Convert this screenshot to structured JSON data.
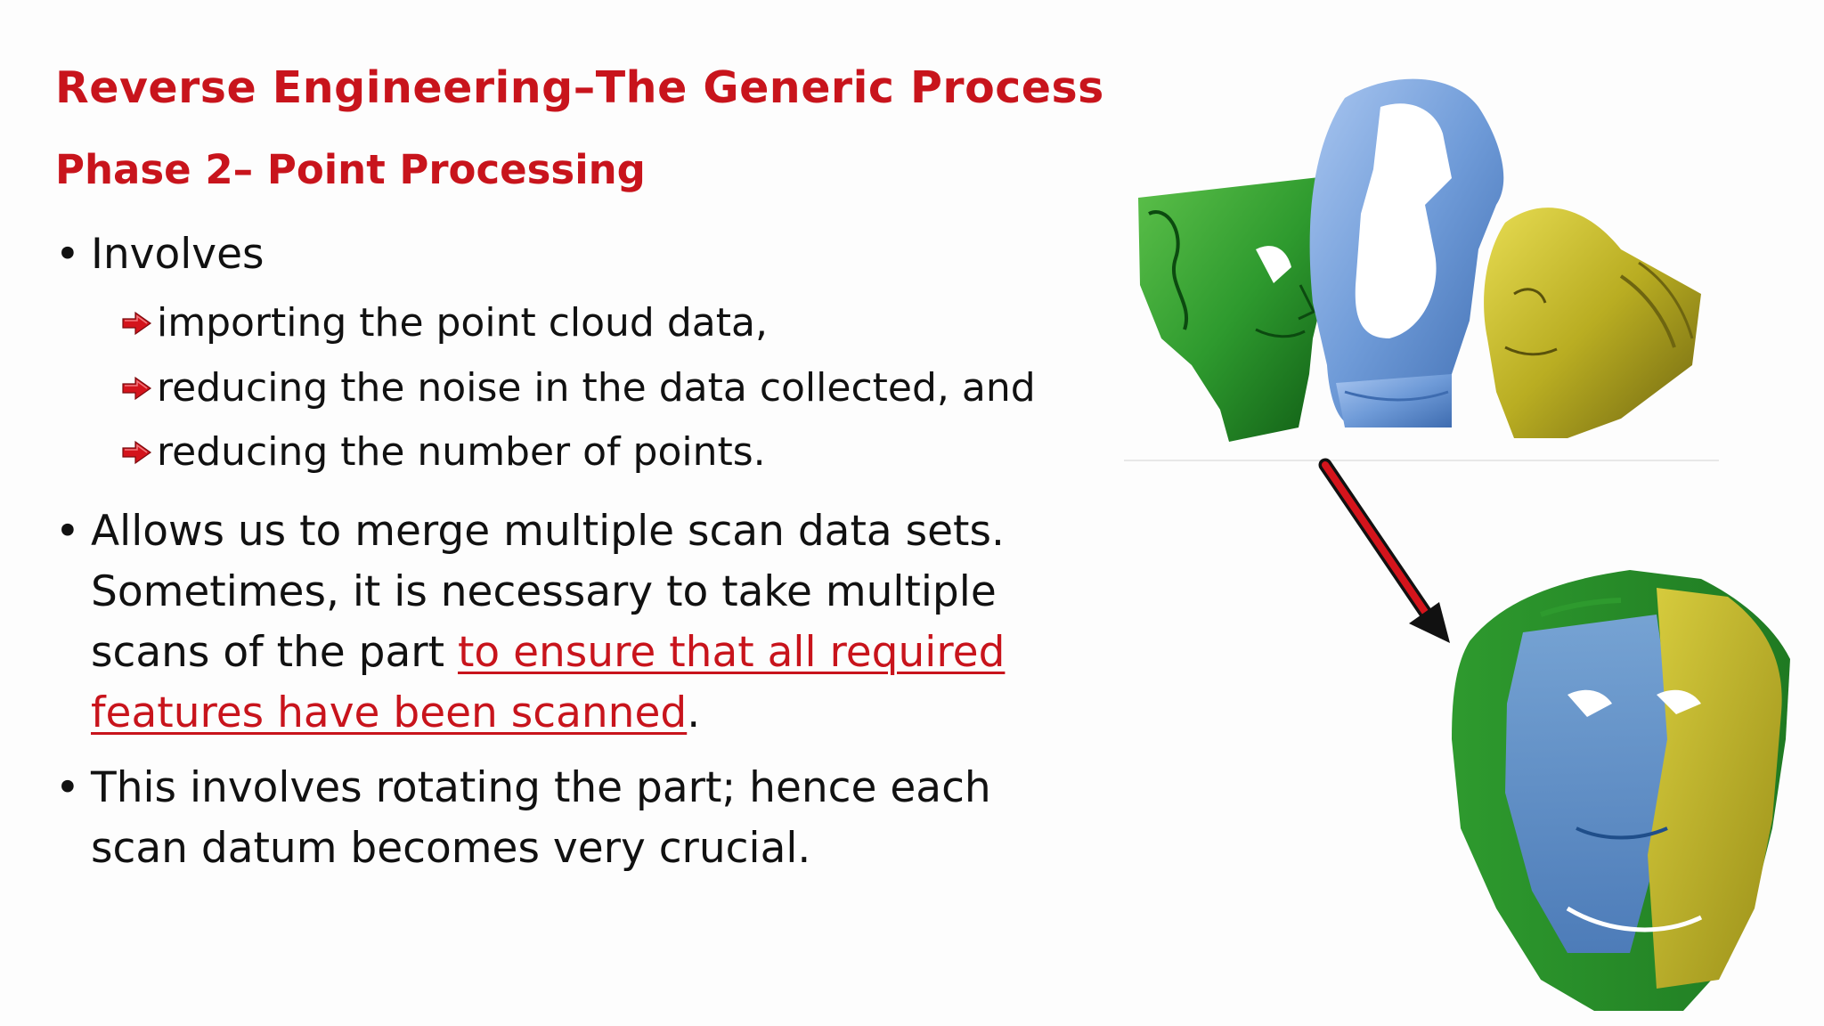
{
  "slide": {
    "title": "Reverse Engineering–The Generic Process",
    "subtitle": "Phase 2– Point Processing",
    "bullet_char": "•",
    "bullets": [
      {
        "text": "Involves",
        "subitems": [
          "importing the point cloud data,",
          "reducing the noise in the data collected, and",
          "reducing the number of points."
        ]
      },
      {
        "text_line1": "Allows us to merge multiple scan data sets.",
        "text_line2": "Sometimes, it is necessary to take multiple",
        "text_line3_plain": "scans of the part ",
        "text_line3_link": "to ensure that all required",
        "text_line4_link": "features have been scanned",
        "text_line4_end": "."
      },
      {
        "text_line1": "This involves rotating the part; hence each",
        "text_line2": "scan datum becomes very crucial."
      }
    ]
  },
  "colors": {
    "accent_red": "#c8141c",
    "text": "#111111",
    "scan_green": "#2e9a2e",
    "scan_blue": "#6f9bd8",
    "scan_yellow": "#b9ad22"
  },
  "icons": {
    "sub_bullet": "red-arrow-icon",
    "transition": "red-arrow-down-right-icon"
  }
}
